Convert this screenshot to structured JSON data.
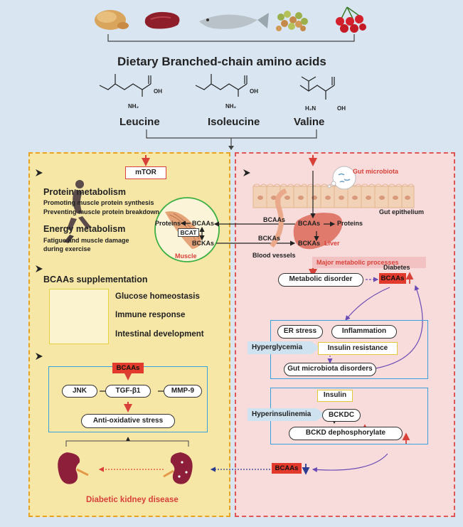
{
  "title": "Dietary Branched-chain amino acids",
  "amino_acids": [
    {
      "name": "Leucine",
      "nh2": "NH₂",
      "oh": "OH"
    },
    {
      "name": "Isoleucine",
      "nh2": "NH₂",
      "oh": "OH"
    },
    {
      "name": "Valine",
      "nh2": "H₂N",
      "oh": "OH"
    }
  ],
  "food_icons": [
    "chicken-icon",
    "beef-icon",
    "fish-icon",
    "legumes-icon",
    "cherries-icon"
  ],
  "left": {
    "mtor": "mTOR",
    "protein_metabolism": "Protein metabolism",
    "promoting": "Promoting muscle protein synthesis",
    "preventing": "Preventing muscle protein breakdown",
    "energy_metabolism": "Energy metabolism",
    "fatigue_line1": "Fatigue and muscle damage",
    "fatigue_line2": "during exercise",
    "supplementation": "BCAAs supplementation",
    "effects": [
      "Glucose homeostasis",
      "Immune response",
      "Intestinal development"
    ],
    "pathway": {
      "bcaas": "BCAAs",
      "jnk": "JNK",
      "tgf": "TGF-β1",
      "mmp": "MMP-9",
      "anti": "Anti-oxidative stress"
    },
    "dkd": "Diabetic kidney disease"
  },
  "muscle": {
    "proteins": "Proteins",
    "bcaas": "BCAAs",
    "bcat": "BCAT",
    "bckas": "BCKAs",
    "label": "Muscle"
  },
  "right": {
    "gut_microbiota": "Gut microbiota",
    "gut_epithelium": "Gut epithelium",
    "bcaas_top": "BCAAs",
    "bcaas_liver": "BCAAs",
    "proteins": "Proteins",
    "bckas_mid": "BCKAs",
    "bckas_liver": "BCKAs",
    "liver": "Liver",
    "blood_vessels": "Blood vessels",
    "major": "Major metabolic processes",
    "metabolic_disorder": "Metabolic disorder",
    "diabetes": "Diabetes",
    "bcaas_red": "BCAAs",
    "er_stress": "ER stress",
    "inflammation": "Inflammation",
    "hyperglycemia": "Hyperglycemia",
    "insulin_resistance": "Insulin resistance",
    "gut_disorders": "Gut microbiota disorders",
    "insulin": "Insulin",
    "hyperinsulinemia": "Hyperinsulinemia",
    "bckdc": "BCKDC",
    "bckd_dephos": "BCKD dephosphorylate",
    "bcaas_bottom": "BCAAs"
  },
  "colors": {
    "background": "#d9e6f2",
    "left_panel": "#f7e7a7",
    "right_panel": "#f8dcdc",
    "accent_red": "#e23a2c",
    "accent_blue": "#3aa0dc",
    "accent_green": "#3cb043"
  }
}
